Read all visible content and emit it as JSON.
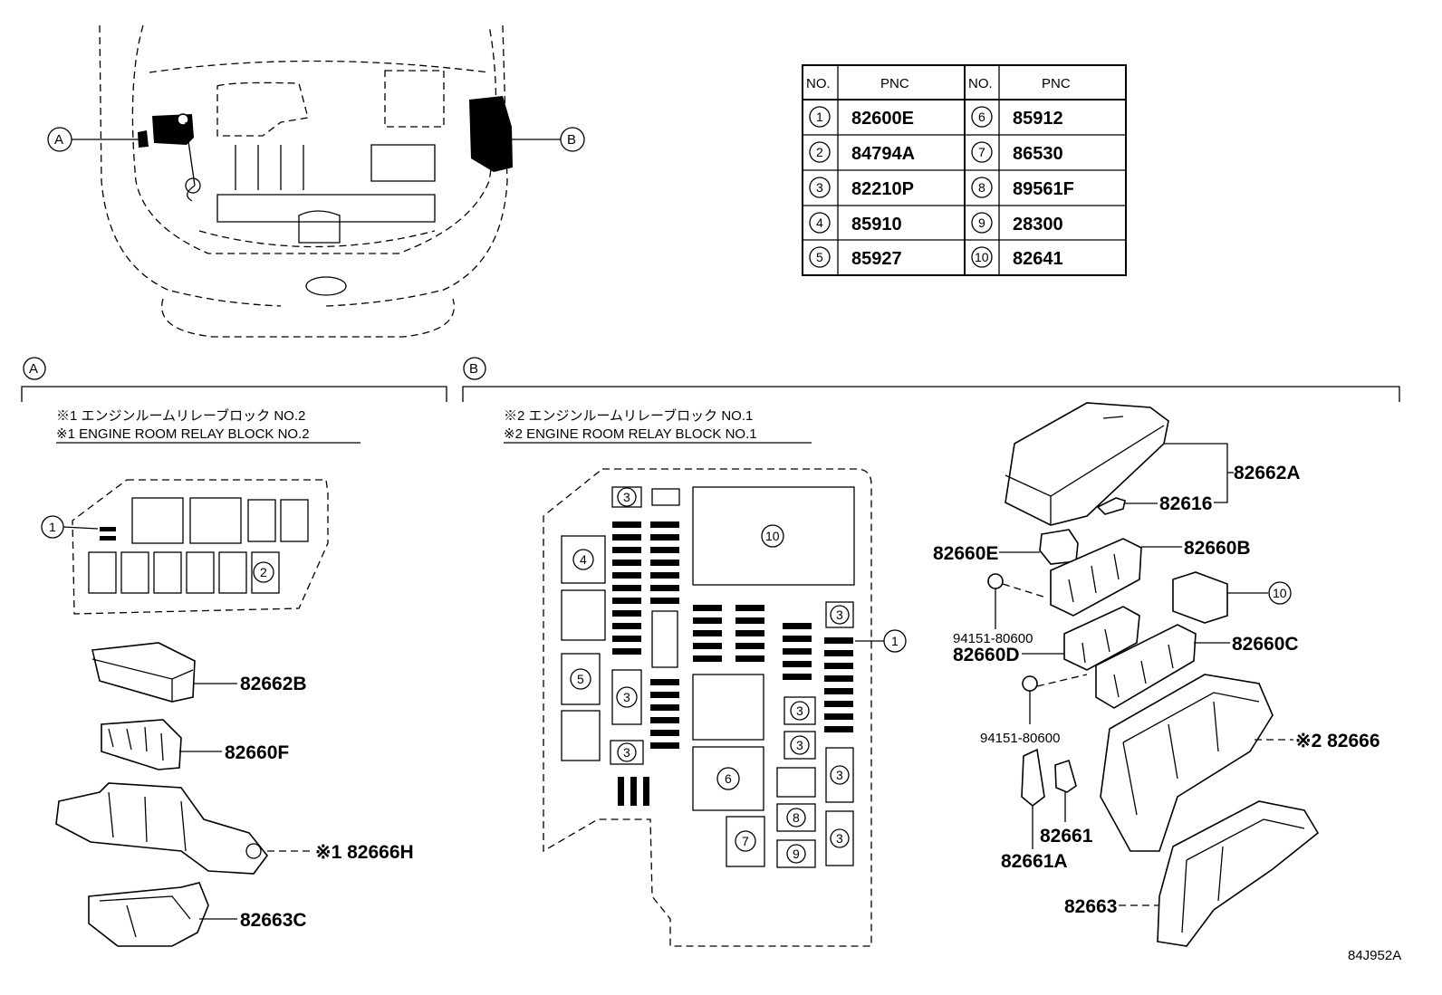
{
  "table": {
    "col_no": "NO.",
    "col_pnc": "PNC",
    "rows": [
      {
        "no": "1",
        "pnc": "82600E"
      },
      {
        "no": "2",
        "pnc": "84794A"
      },
      {
        "no": "3",
        "pnc": "82210P"
      },
      {
        "no": "4",
        "pnc": "85910"
      },
      {
        "no": "5",
        "pnc": "85927"
      },
      {
        "no": "6",
        "pnc": "85912"
      },
      {
        "no": "7",
        "pnc": "86530"
      },
      {
        "no": "8",
        "pnc": "89561F"
      },
      {
        "no": "9",
        "pnc": "28300"
      },
      {
        "no": "10",
        "pnc": "82641"
      }
    ]
  },
  "callouts": {
    "a": "A",
    "b": "B"
  },
  "sectionA": {
    "title_jp": "※1 エンジンルームリレーブロック NO.2",
    "title_en": "※1 ENGINE ROOM RELAY BLOCK NO.2",
    "parts": {
      "p1": "82662B",
      "p2": "82660F",
      "p3": "※1 82666H",
      "p4": "82663C"
    }
  },
  "sectionB": {
    "title_jp": "※2 エンジンルームリレーブロック NO.1",
    "title_en": "※2 ENGINE ROOM RELAY BLOCK NO.1",
    "parts": {
      "p1": "82662A",
      "p2": "82616",
      "p3": "82660E",
      "p4": "82660B",
      "p5": "94151-80600",
      "p6": "82660D",
      "p7": "82660C",
      "p8": "94151-80600",
      "p9": "※2 82666",
      "p10": "82661",
      "p11": "82661A",
      "p12": "82663"
    }
  },
  "diagram_id": "84J952A"
}
